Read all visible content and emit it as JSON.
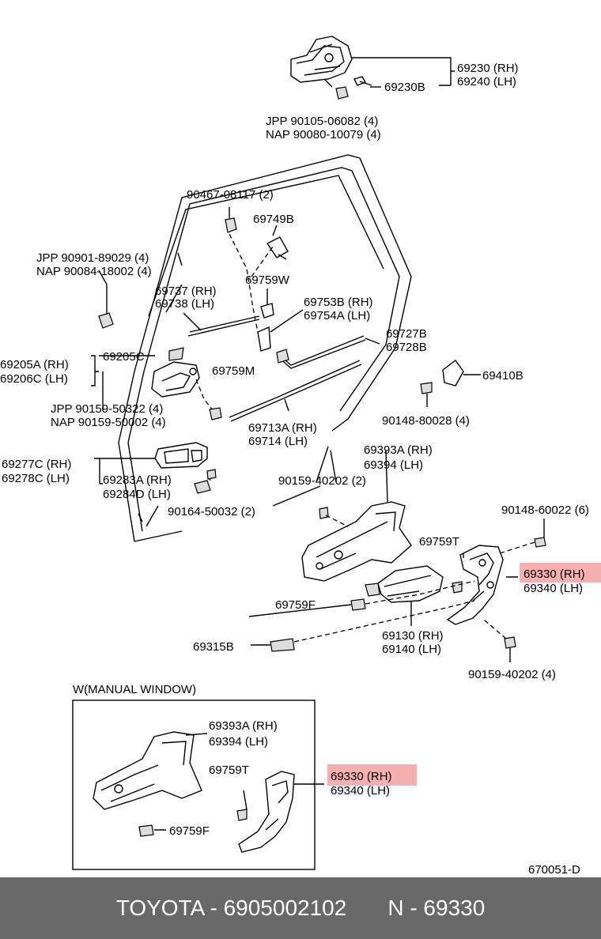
{
  "labels": {
    "p69230_rh": "69230 (RH)",
    "p69240_lh": "69240 (LH)",
    "p69230b": "69230B",
    "jpp_90105": "JPP  90105-06082 (4)",
    "nap_90080": "NAP  90080-10079 (4)",
    "p90467": "90467-08117 (2)",
    "p69749b": "69749B",
    "jpp_90901": "JPP 90901-89029 (4)",
    "nap_90084": "NAP 90084-18002 (4)",
    "p69759w": "69759W",
    "p69737_rh": "69737 (RH)",
    "p69738_lh": "69738 (LH)",
    "p69753b_rh": "69753B (RH)",
    "p69754a_lh": "69754A (LH)",
    "p69727b": "69727B",
    "p69728b": "69728B",
    "p69205c": "69205C",
    "p69205a_rh": "69205A (RH)",
    "p69206c_lh": "69206C (LH)",
    "p69759m": "69759M",
    "p69410b": "69410B",
    "jpp_90159": "JPP  90159-50322 (4)",
    "nap_90159": "NAP  90159-50002 (4)",
    "p90148_80028": "90148-80028 (4)",
    "p69713a_rh": "69713A (RH)",
    "p69714_lh": "69714   (LH)",
    "p69393a_rh": "69393A (RH)",
    "p69394_lh": "69394   (LH)",
    "p69277c_rh": "69277C (RH)",
    "p69278c_lh": "69278C (LH)",
    "p69283a_rh": "69283A (RH)",
    "p69284d_lh": "69284D (LH)",
    "p90159_40202a": "90159-40202 (2)",
    "p90164": "90164-50032 (2)",
    "p90148_60022": "90148-60022 (6)",
    "p69759t": "69759T",
    "p69330_rh": "69330 (RH)",
    "p69340_lh": "69340 (LH)",
    "p69759f": "69759F",
    "p69130_rh": "69130 (RH)",
    "p69140_lh": "69140 (LH)",
    "p69315b": "69315B",
    "p90159_40202b": "90159-40202 (4)",
    "w_manual": "W(MANUAL WINDOW)",
    "w_69393a_rh": "69393A (RH)",
    "w_69394_lh": "69394   (LH)",
    "w_69759t": "69759T",
    "w_69330_rh": "69330 (RH)",
    "w_69340_lh": "69340 (LH)",
    "w_69759f": "69759F",
    "fig_code": "670051-D"
  },
  "footer": {
    "left": "TOYOTA - 6905002102",
    "right": "N - 69330"
  },
  "colors": {
    "highlight": "#f4a2a2",
    "footer_bg": "#686868"
  }
}
